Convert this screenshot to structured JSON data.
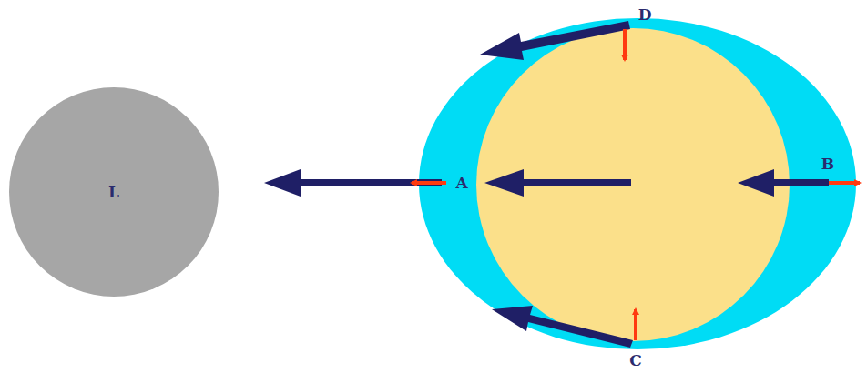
{
  "diagram": {
    "nodes": [
      {
        "text": [
          "L"
        ]
      }
    ],
    "labels": [
      "A",
      "B",
      "C",
      "D"
    ]
  }
}
